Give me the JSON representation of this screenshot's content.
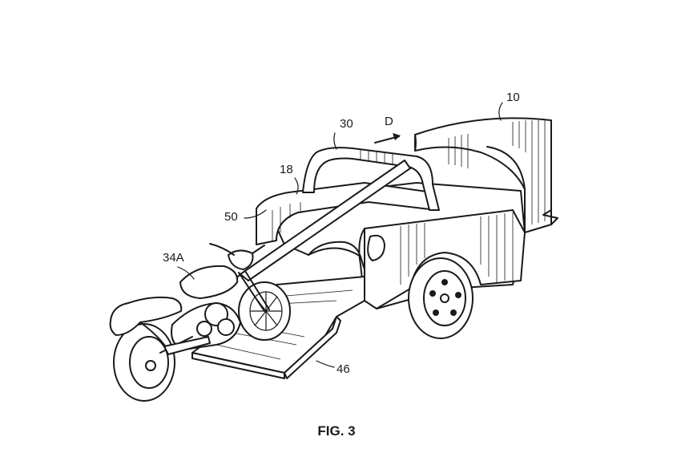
{
  "figure": {
    "caption": "FIG. 3",
    "labels": {
      "vehicle": "10",
      "direction": "D",
      "bridge": "30",
      "bed_wall": "18",
      "strap": "50",
      "motorcycle": "34A",
      "ramp": "46"
    }
  }
}
